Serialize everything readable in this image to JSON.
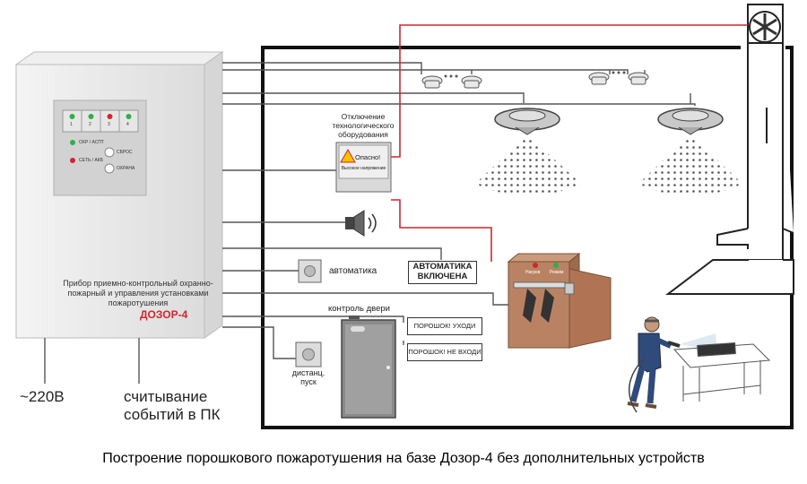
{
  "control_panel": {
    "name": "Прибор приемно-контрольный охранно-пожарный и управления установками пожаротушения",
    "brand": "ДОЗОР-4",
    "zones": [
      "1",
      "2",
      "3",
      "4"
    ],
    "indicator_ohr": "ОХР / АСПТ",
    "indicator_set": "СЕТЬ / АКБ",
    "button_reset": "СБРОС",
    "button_guard": "ОХРАНА",
    "colors": {
      "zone_green": "#2fae4a",
      "zone_red": "#d0272e"
    }
  },
  "power_label": "~220В",
  "pc_label_line1": "считывание",
  "pc_label_line2": "событий в ПК",
  "equipment_shutdown_label": "Отключение технологического оборудования",
  "warning_danger": "Опасно!",
  "warning_voltage": "Высокое напряжение",
  "automatics_label": "автоматика",
  "automatics_on_sign": "АВТОМАТИКА ВКЛЮЧЕНА",
  "door_control_label": "контроль двери",
  "powder_leave_sign": "ПОРОШОК! УХОДИ",
  "powder_no_entry_sign": "ПОРОШОК! НЕ ВХОДИ",
  "remote_start_label": "дистанц. пуск",
  "cabinet_label_left": "Нагрев",
  "cabinet_label_right": "Режим",
  "caption": "Построение порошкового пожаротушения на базе Дозор-4 без дополнительных устройств",
  "line_colors": {
    "signal": "#555555",
    "control": "#d0272e"
  }
}
